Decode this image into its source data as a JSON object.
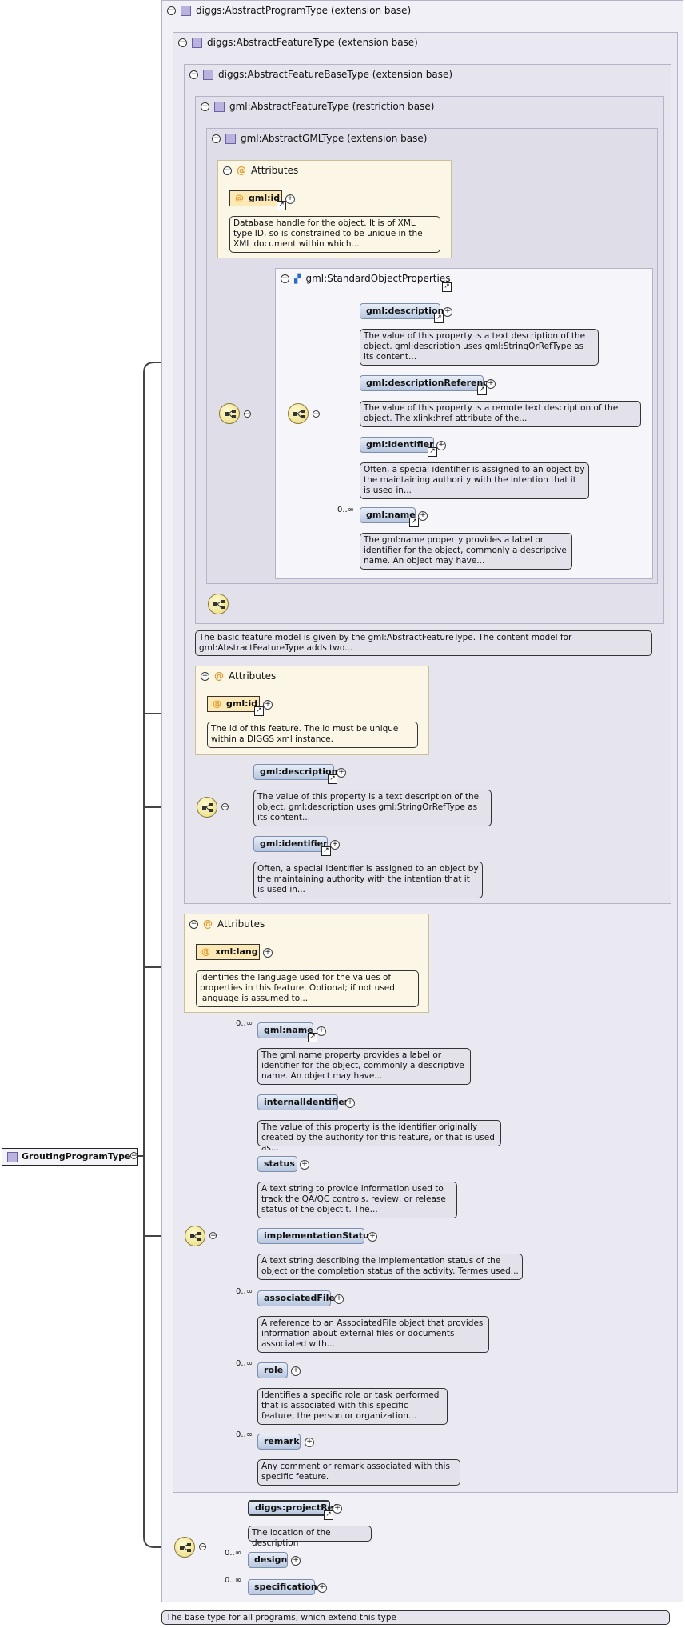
{
  "root": {
    "label": "GroutingProgramType"
  },
  "types": {
    "program": "diggs:AbstractProgramType (extension base)",
    "feature": "diggs:AbstractFeatureType (extension base)",
    "featureBase": "diggs:AbstractFeatureBaseType (extension base)",
    "gmlFeature": "gml:AbstractFeatureType (restriction base)",
    "gmlGML": "gml:AbstractGMLType (extension base)"
  },
  "attributes_label": "Attributes",
  "gml_attr": {
    "name": "gml:id",
    "doc": "Database handle for the object. It is of XML type ID, so is constrained to be unique in the XML document within which..."
  },
  "std_props": {
    "label": "gml:StandardObjectProperties"
  },
  "std_elements": [
    {
      "name": "gml:description",
      "doc": "The value of this property is a text description of the object. gml:description uses gml:StringOrRefType as its content..."
    },
    {
      "name": "gml:descriptionReference",
      "doc": "The value of this property is a remote text description of the object. The xlink:href attribute of the..."
    },
    {
      "name": "gml:identifier",
      "doc": "Often, a special identifier is assigned to an object by the maintaining authority with the intention that it is used in..."
    },
    {
      "name": "gml:name",
      "card": "0..∞",
      "doc": "The gml:name property provides a label or identifier for the object, commonly a descriptive name. An object may have..."
    }
  ],
  "feature_doc": "The basic feature model is given by the gml:AbstractFeatureType. The content model for gml:AbstractFeatureType adds two...",
  "base_attr": {
    "name": "gml:id",
    "doc": "The id of this feature. The id must be unique within a DIGGS xml instance."
  },
  "base_elements": [
    {
      "name": "gml:description",
      "doc": "The value of this property is a text description of the object. gml:description uses gml:StringOrRefType as its content..."
    },
    {
      "name": "gml:identifier",
      "doc": "Often, a special identifier is assigned to an object by the maintaining authority with the intention that it is used in..."
    }
  ],
  "feature_attr": {
    "name": "xml:lang",
    "doc": "Identifies the language used for the values of properties in this feature. Optional; if not used language is assumed to..."
  },
  "feature_elements": [
    {
      "name": "gml:name",
      "card": "0..∞",
      "doc": "The gml:name property provides a label or identifier for the object, commonly a descriptive name. An object may have..."
    },
    {
      "name": "internalIdentifier",
      "card": "",
      "doc": "The value of this property is the identifier originally created by the authority for this feature, or that is used as..."
    },
    {
      "name": "status",
      "card": "",
      "doc": "A text string to provide information used to track the QA/QC controls, review, or release status of the object t. The..."
    },
    {
      "name": "implementationStatus",
      "card": "",
      "doc": "A text string describing the implementation status of the object or the completion status of the activity. Termes used..."
    },
    {
      "name": "associatedFile",
      "card": "0..∞",
      "doc": "A reference to an AssociatedFile object that provides information about external files or documents associated with..."
    },
    {
      "name": "role",
      "card": "0..∞",
      "doc": "Identifies a specific role or task performed that is associated with this specific feature, the person or organization..."
    },
    {
      "name": "remark",
      "card": "0..∞",
      "doc": "Any comment or remark associated with this specific feature."
    }
  ],
  "program_elements": [
    {
      "name": "diggs:projectRef",
      "card": "",
      "doc": "The location of the description"
    },
    {
      "name": "design",
      "card": "0..∞",
      "doc": ""
    },
    {
      "name": "specification",
      "card": "0..∞",
      "doc": ""
    }
  ],
  "program_doc": "The base type for all programs, which extend this type"
}
